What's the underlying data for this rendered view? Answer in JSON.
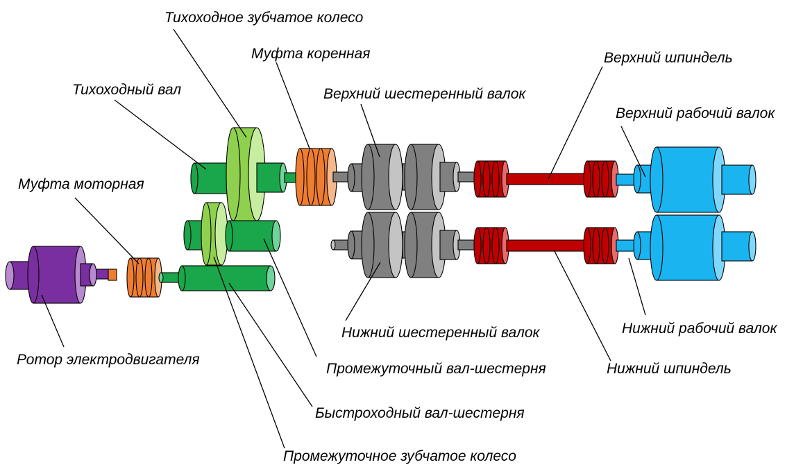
{
  "diagram": {
    "labels": {
      "slow_gear": "Тихоходное зубчатое колесо",
      "main_coupling": "Муфта коренная",
      "slow_shaft": "Тихоходный вал",
      "upper_pinion_roll": "Верхний шестеренный валок",
      "upper_spindle": "Верхний шпиндель",
      "upper_work_roll": "Верхний рабочий валок",
      "motor_coupling": "Муфта моторная",
      "motor_rotor": "Ротор электродвигателя",
      "lower_pinion_roll": "Нижний шестеренный валок",
      "lower_work_roll": "Нижний рабочий валок",
      "intermediate_pinion_shaft": "Промежуточный вал-шестерня",
      "lower_spindle": "Нижний шпиндель",
      "fast_pinion_shaft": "Быстроходный вал-шестерня",
      "intermediate_gear": "Промежуточное зубчатое колесо"
    },
    "colors": {
      "rotor": "#7a2fa0",
      "rotor_face": "#b88ad0",
      "coupling_orange": "#ef7d31",
      "coupling_face": "#f6b88a",
      "shaft_green": "#1aa64a",
      "shaft_face": "#6fd39a",
      "gear_light_green": "#8fd14f",
      "gear_face": "#c6eda0",
      "pinion_gray": "#808080",
      "pinion_face": "#c4c4c4",
      "spindle_red": "#c00000",
      "spindle_face": "#e86a6a",
      "work_roll_blue": "#1ab4f0",
      "work_roll_face": "#7fd8fb"
    }
  }
}
